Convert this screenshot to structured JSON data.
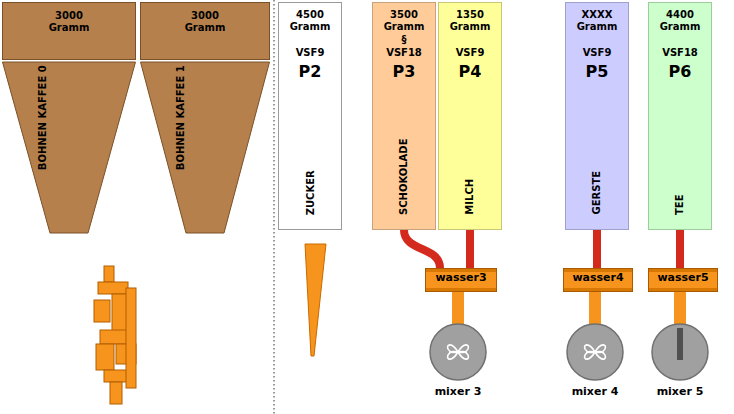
{
  "diagram": {
    "nodes": [
      {
        "text": [
          "3000 Gramm",
          "BOHNEN KAFFEE 0"
        ]
      },
      {
        "text": [
          "3000 Gramm",
          "BOHNEN KAFFEE 1"
        ]
      },
      {
        "text": [
          "4500 Gramm",
          "VSF9",
          "P2",
          "ZUCKER"
        ]
      },
      {
        "text": [
          "3500 Gramm",
          "§",
          "VSF18",
          "P3",
          "SCHOKOLADE"
        ]
      },
      {
        "text": [
          "1350 Gramm",
          "VSF9",
          "P4",
          "MILCH"
        ]
      },
      {
        "text": [
          "XXXX Gramm",
          "VSF9",
          "P5",
          "GERSTE"
        ]
      },
      {
        "text": [
          "4400 Gramm",
          "VSF18",
          "P6",
          "TEE"
        ]
      },
      {
        "text": [
          "wasser3"
        ]
      },
      {
        "text": [
          "wasser4"
        ]
      },
      {
        "text": [
          "wasser5"
        ]
      },
      {
        "text": [
          "mixer 3"
        ]
      },
      {
        "text": [
          "mixer 4"
        ]
      },
      {
        "text": [
          "mixer 5"
        ]
      }
    ],
    "edges": [
      {
        "from": 3,
        "to": 7,
        "arrow": "none"
      },
      {
        "from": 4,
        "to": 7,
        "arrow": "none"
      },
      {
        "from": 5,
        "to": 8,
        "arrow": "none"
      },
      {
        "from": 6,
        "to": 9,
        "arrow": "none"
      },
      {
        "from": 7,
        "to": 10,
        "arrow": "none"
      },
      {
        "from": 8,
        "to": 11,
        "arrow": "none"
      },
      {
        "from": 9,
        "to": 12,
        "arrow": "none"
      }
    ]
  }
}
